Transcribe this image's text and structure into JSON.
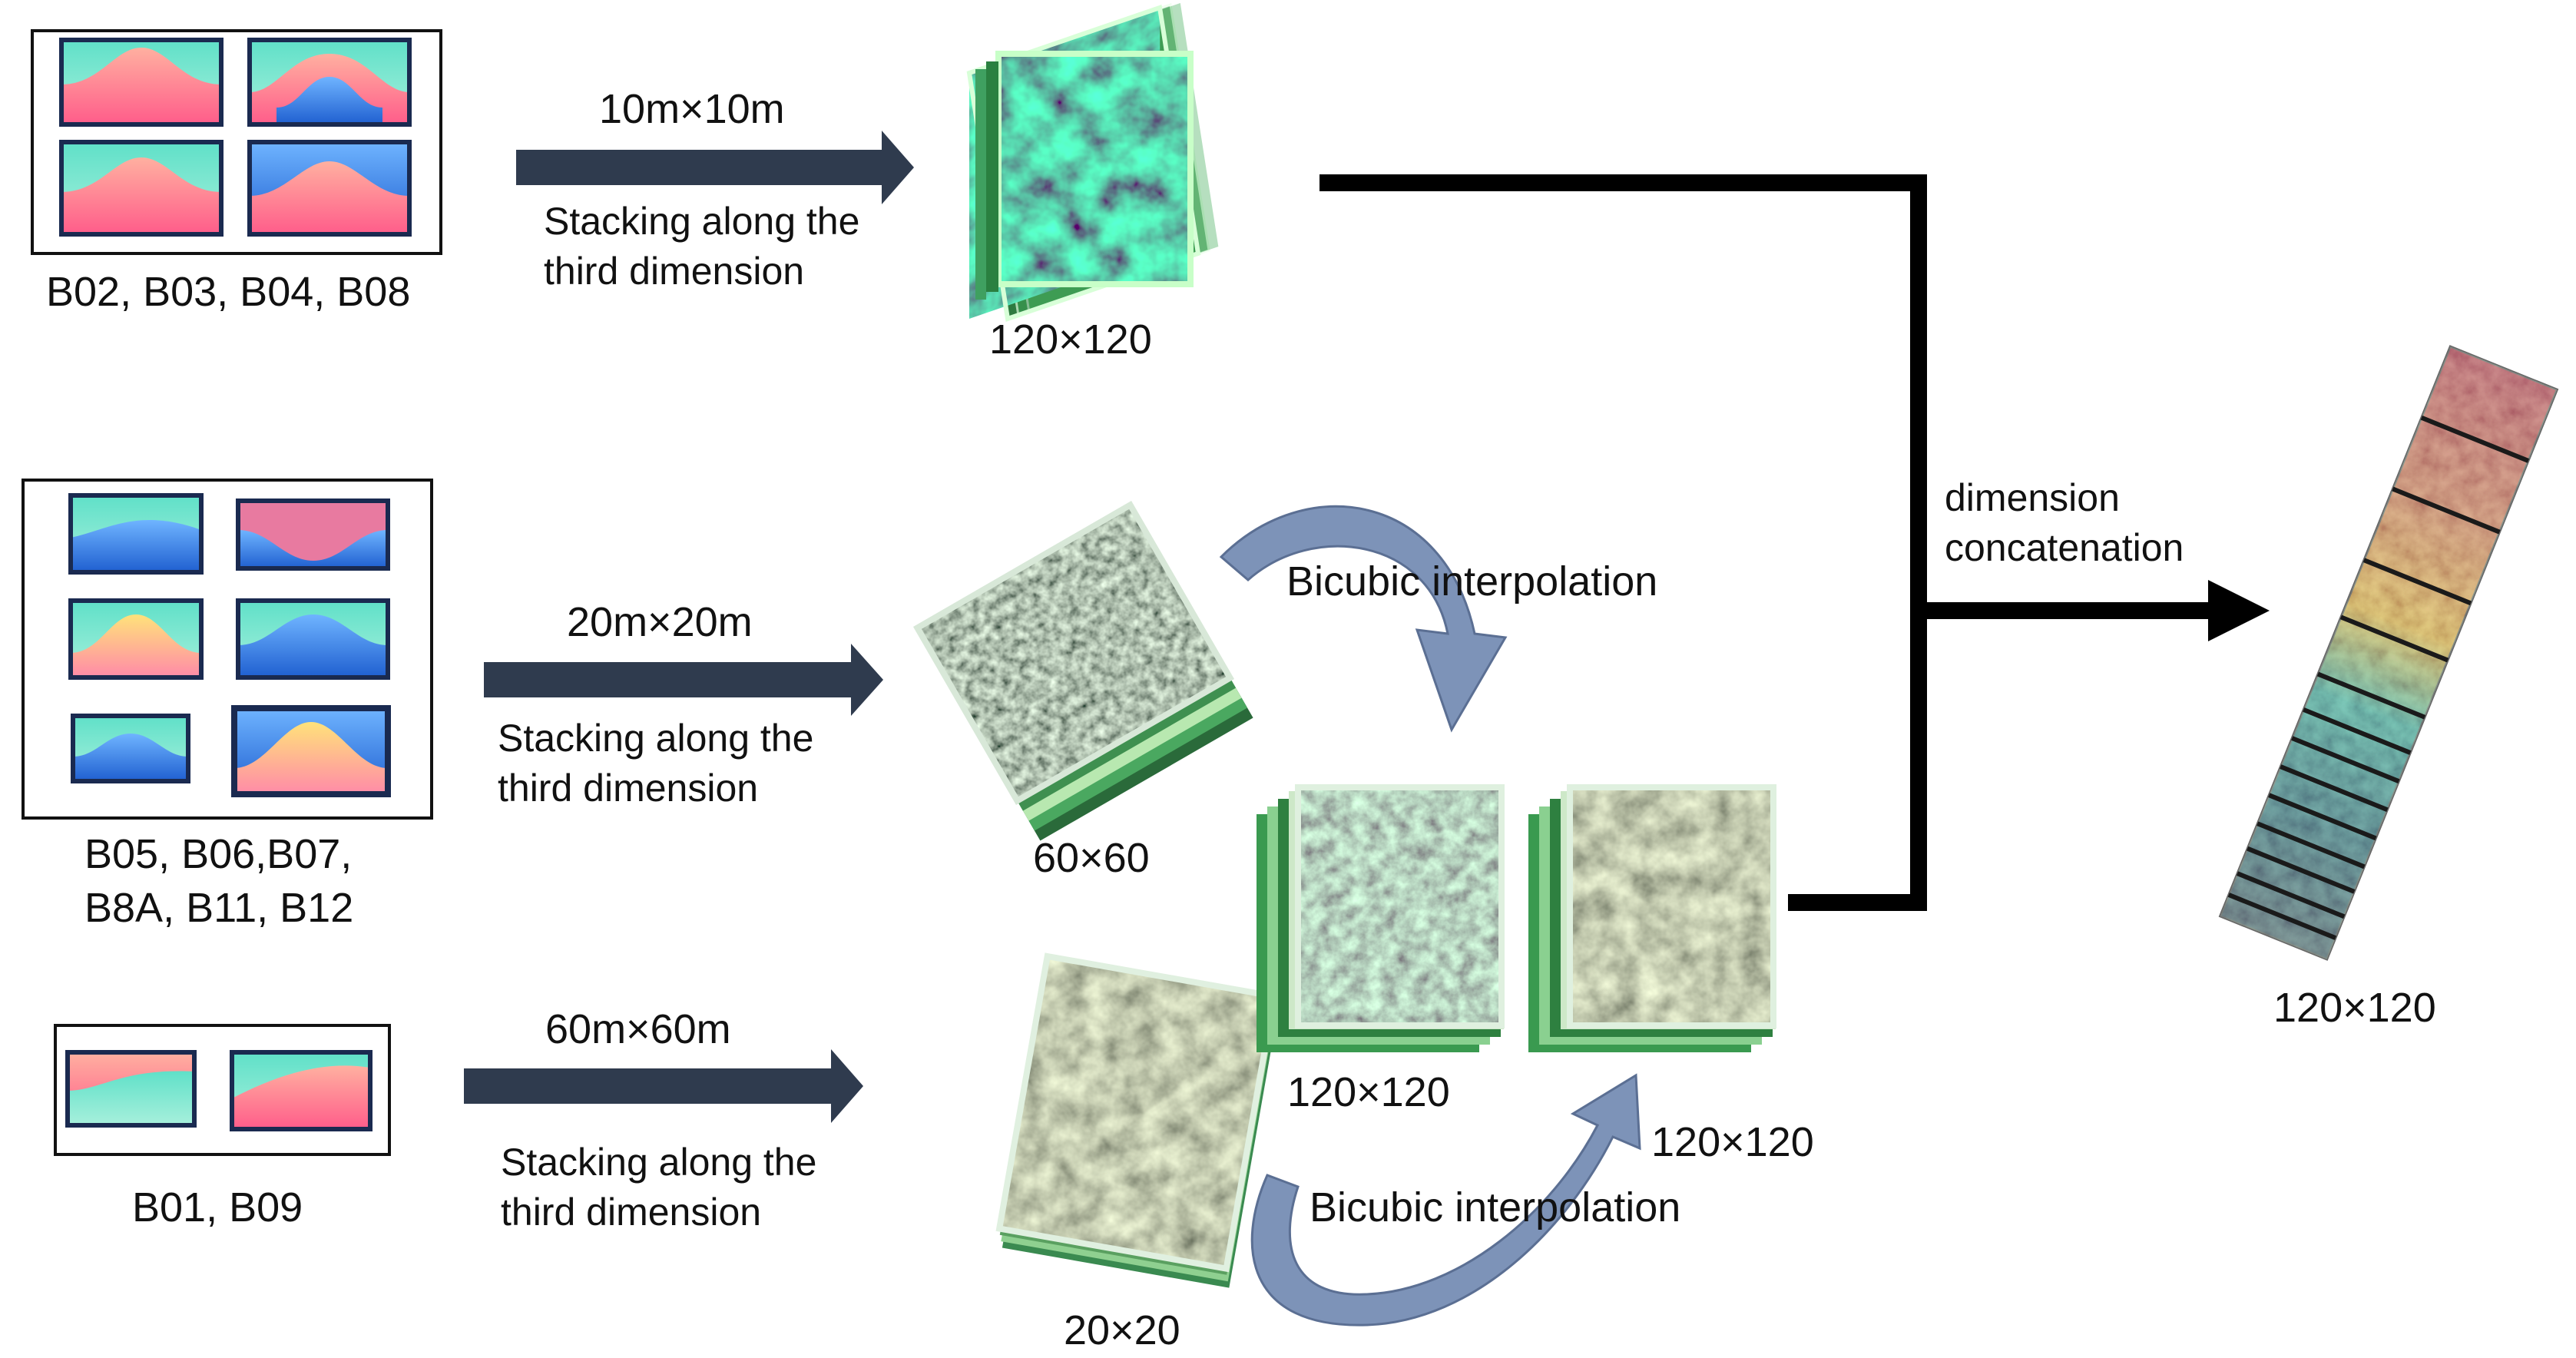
{
  "groups": {
    "g10": {
      "bands": "B02, B03, B04, B08",
      "resolution": "10m×10m",
      "stacking_line1": "Stacking along the",
      "stacking_line2": "third dimension",
      "size": "120×120"
    },
    "g20": {
      "bands_line1": "B05, B06,B07,",
      "bands_line2": "B8A, B11, B12",
      "resolution": "20m×20m",
      "stacking_line1": "Stacking along the",
      "stacking_line2": "third dimension",
      "size": "60×60",
      "upsampled_size": "120×120"
    },
    "g60": {
      "bands": "B01, B09",
      "resolution": "60m×60m",
      "stacking_line1": "Stacking along the",
      "stacking_line2": "third dimension",
      "size": "20×20",
      "upsampled_size": "120×120"
    }
  },
  "interpolation": {
    "upper": "Bicubic interpolation",
    "lower": "Bicubic interpolation"
  },
  "concat": {
    "line1": "dimension",
    "line2": "concatenation"
  },
  "output": {
    "size": "120×120"
  },
  "colors": {
    "arrow_fill": "#2f3b4e",
    "connector": "#000000",
    "curved_arrow": "#7d93b8",
    "green_texture": "#3fa873",
    "gray_texture": "#8f9a8c",
    "brown_texture": "#7d8068"
  }
}
